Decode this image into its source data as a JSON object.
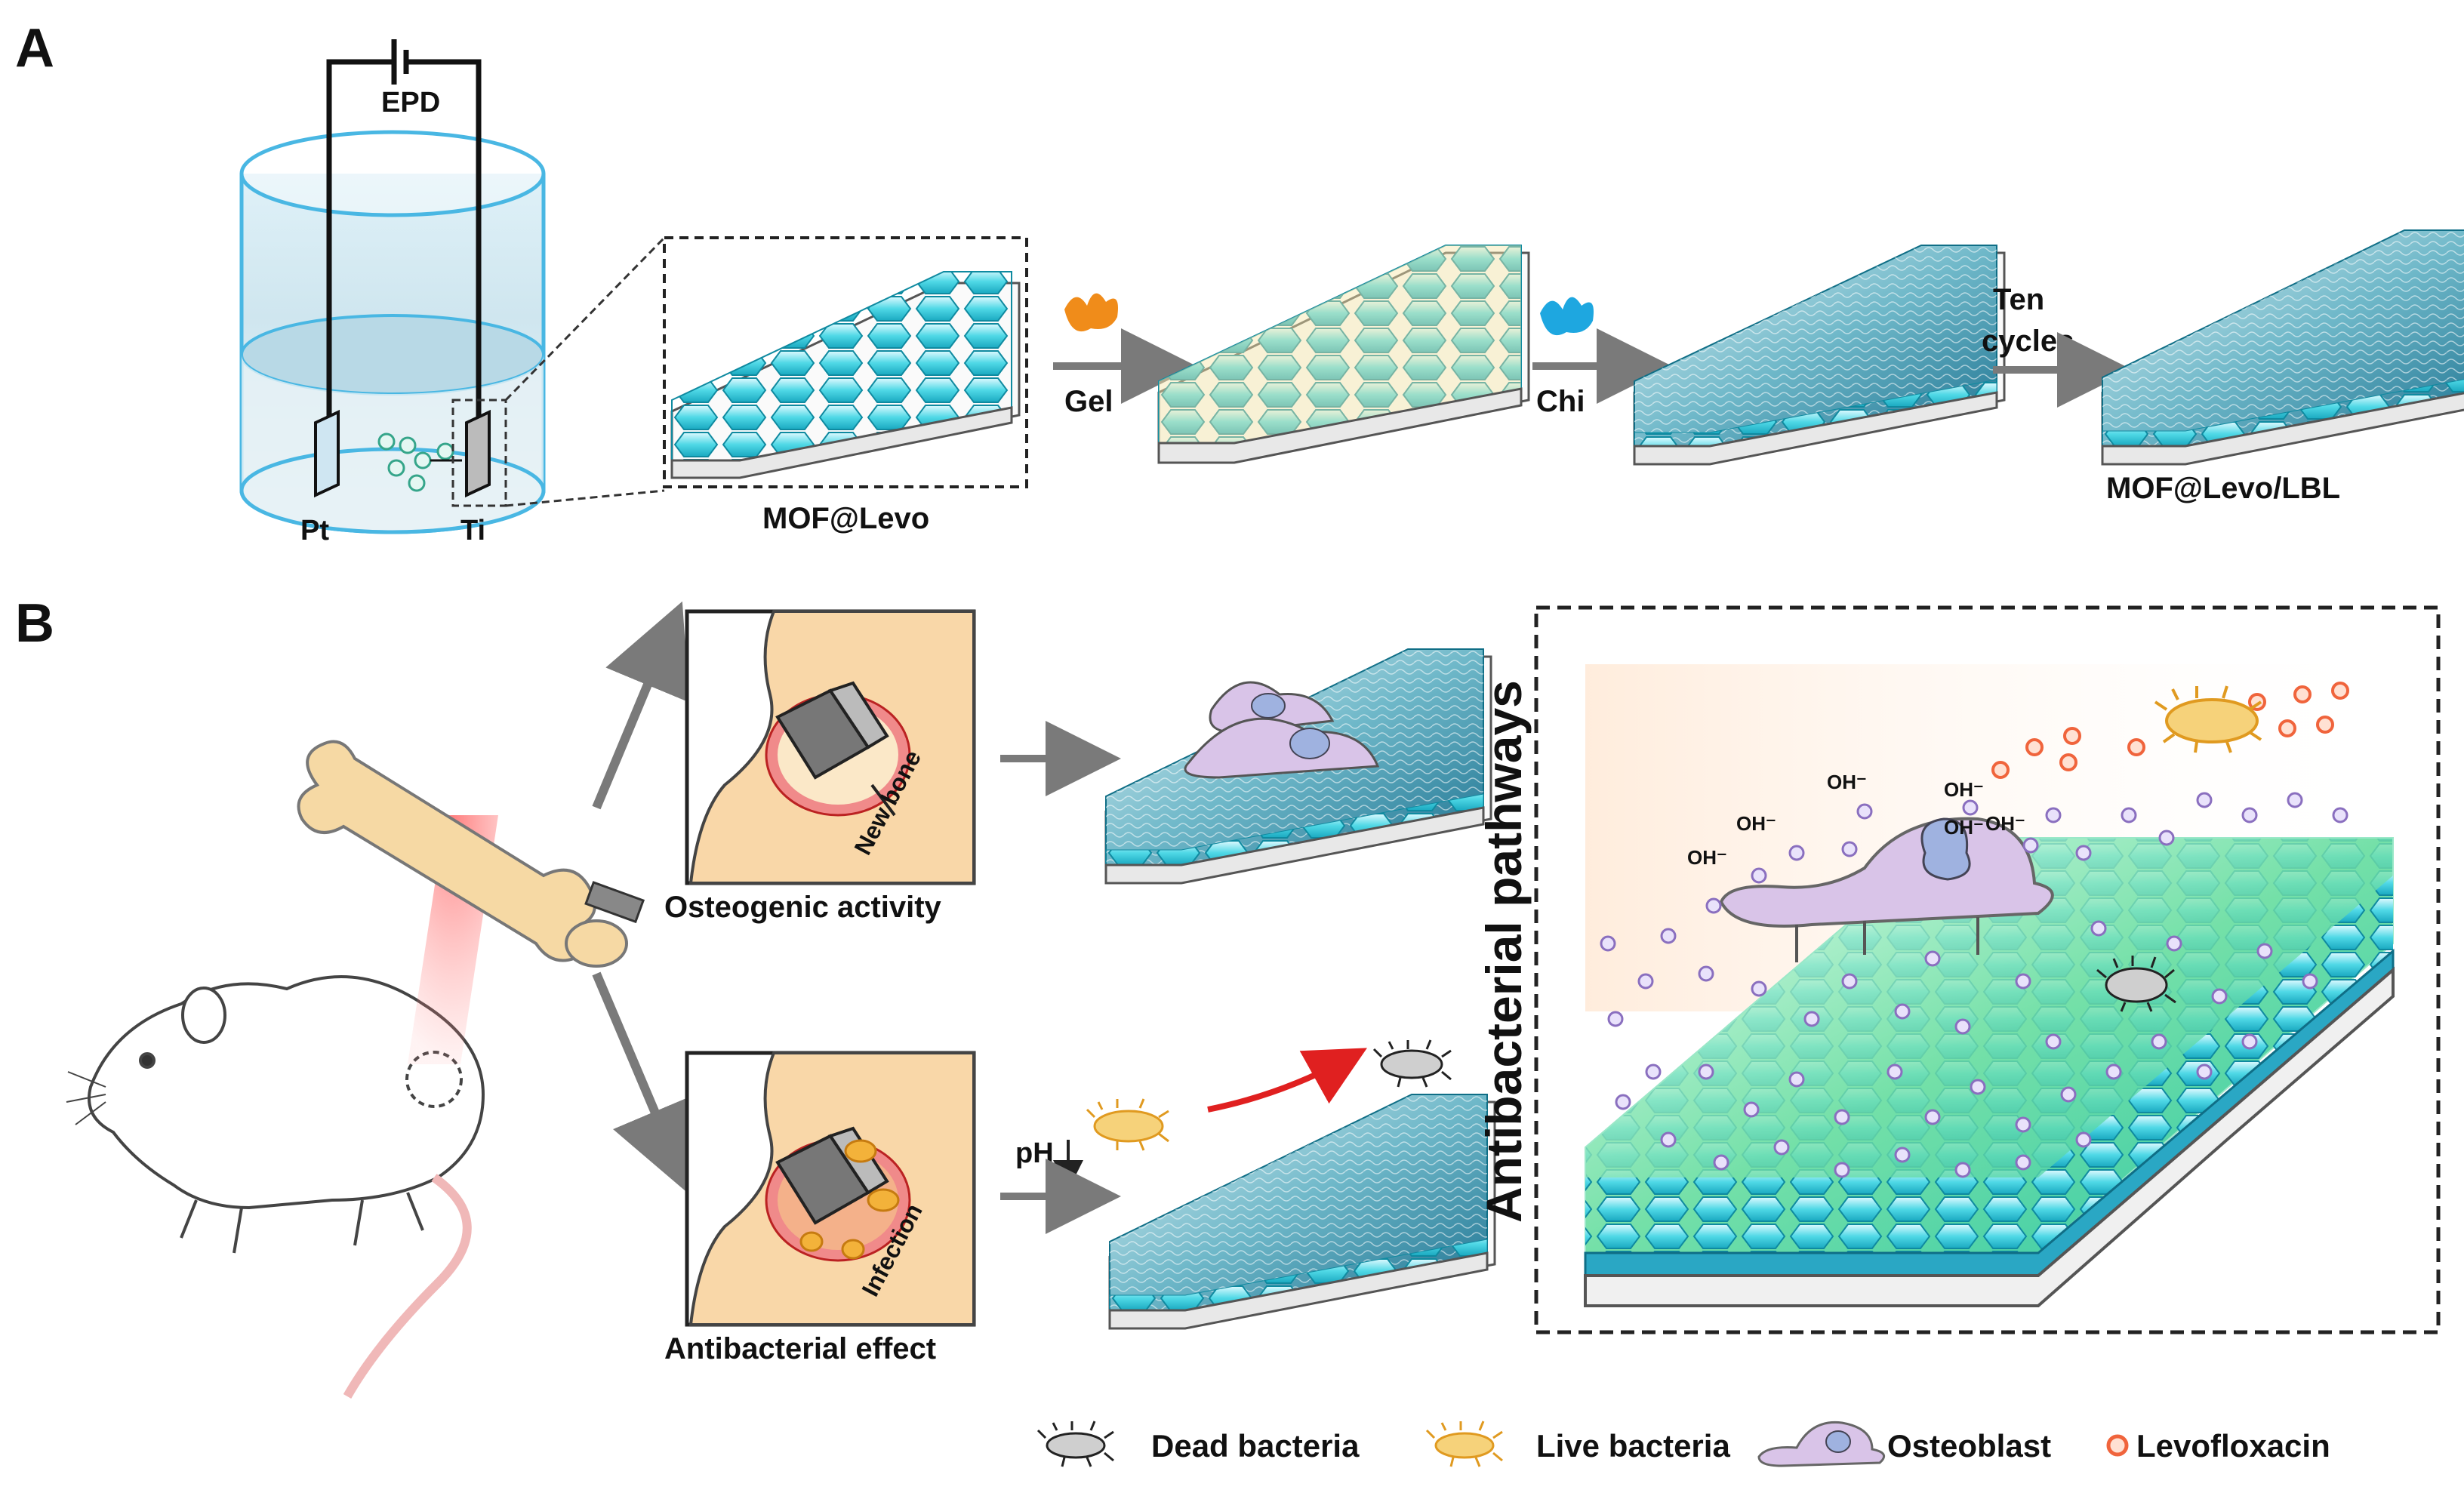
{
  "panel_a": {
    "letter": "A",
    "epd_label": "EPD",
    "electrode_pt": "Pt",
    "electrode_ti": "Ti",
    "step1_caption": "MOF@Levo",
    "arrow1_label": "Gel",
    "arrow2_label": "Chi",
    "arrow3_label_line1": "Ten",
    "arrow3_label_line2": "cycles",
    "final_caption": "MOF@Levo/LBL"
  },
  "panel_b": {
    "letter": "B",
    "new_bone_label": "New bone",
    "osteogenic_caption": "Osteogenic activity",
    "infection_label": "Infection",
    "antibacterial_caption": "Antibacterial effect",
    "ph_label": "pH",
    "pathways_title": "Antibacterial pathways",
    "oh_label": "OH⁻"
  },
  "legend": {
    "dead_bacteria": "Dead bacteria",
    "live_bacteria": "Live bacteria",
    "osteoblast": "Osteoblast",
    "levofloxacin": "Levofloxacin"
  },
  "colors": {
    "cyan": "#3ec8d8",
    "teal_dark": "#1a7f9a",
    "gel_orange": "#f08c1a",
    "chi_blue": "#1ea7e0",
    "bone": "#f6d9a4",
    "osteoblast": "#cdb5dc",
    "levofloxacin": "#f0643c",
    "ion_purple": "#8a6fbf",
    "arrow_gray": "#7a7a7a",
    "red_arrow": "#e02020"
  }
}
